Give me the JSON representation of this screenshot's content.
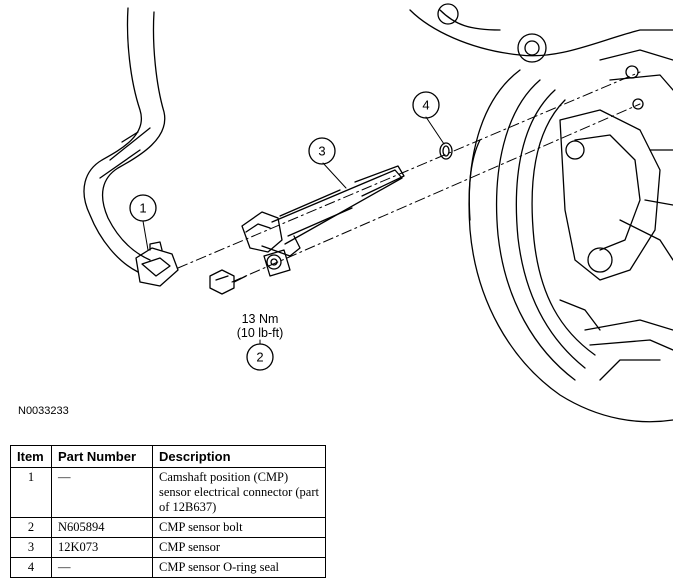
{
  "callouts": {
    "c1": "1",
    "c2": "2",
    "c3": "3",
    "c4": "4"
  },
  "torque": {
    "nm": "13 Nm",
    "lbft": "(10 lb-ft)"
  },
  "figure_id": "N0033233",
  "table": {
    "headers": [
      "Item",
      "Part Number",
      "Description"
    ],
    "rows": [
      {
        "item": "1",
        "part": "—",
        "desc": "Camshaft position (CMP) sensor electrical connector (part of 12B637)"
      },
      {
        "item": "2",
        "part": "N605894",
        "desc": "CMP sensor bolt"
      },
      {
        "item": "3",
        "part": "12K073",
        "desc": "CMP sensor"
      },
      {
        "item": "4",
        "part": "—",
        "desc": "CMP sensor O-ring seal"
      }
    ]
  }
}
